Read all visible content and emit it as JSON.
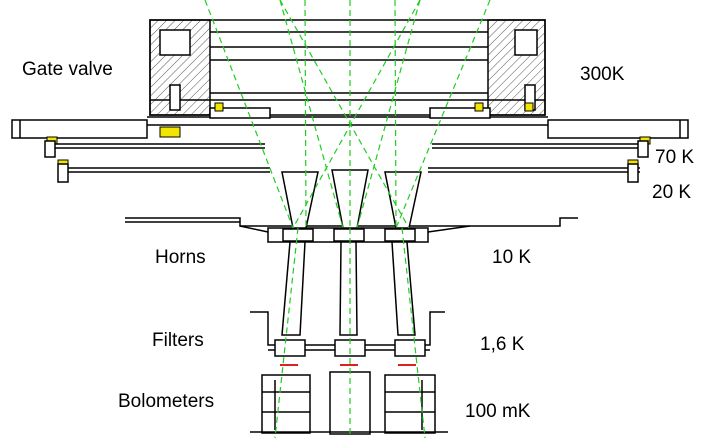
{
  "labels": {
    "gate_valve": "Gate valve",
    "temp_300k": "300K",
    "temp_70k": "70 K",
    "temp_20k": "20 K",
    "horns": "Horns",
    "temp_10k": "10 K",
    "filters": "Filters",
    "temp_1_6k": "1,6 K",
    "bolometers": "Bolometers",
    "temp_100mk": "100 mK"
  },
  "colors": {
    "line": "#000000",
    "beam": "#22cc22",
    "hatch": "#555555",
    "accent_yellow": "#f2e600",
    "accent_red": "#e02020"
  }
}
